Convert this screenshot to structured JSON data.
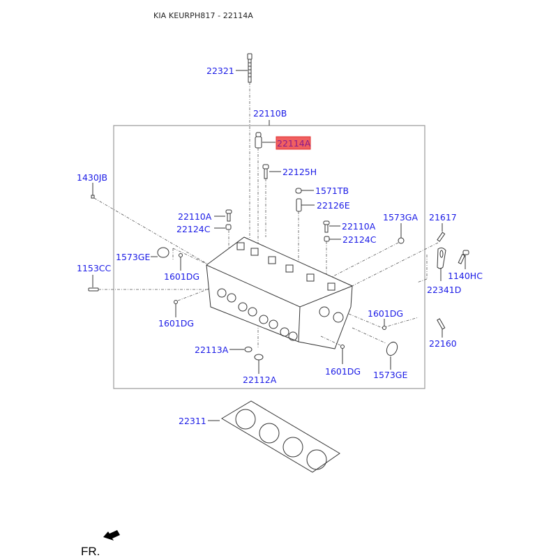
{
  "header": {
    "title": "KIA KEURPH817 - 22114A"
  },
  "highlight": {
    "part_number": "22114A",
    "fill_color": "#f06060",
    "border_color": "#e03030"
  },
  "label_color": "#1a1ae6",
  "callouts": {
    "p22321": "22321",
    "p22110B": "22110B",
    "p22114A": "22114A",
    "p22125H": "22125H",
    "p1571TB": "1571TB",
    "p22126E": "22126E",
    "p1430JB": "1430JB",
    "p22110A_left": "22110A",
    "p22124C_left": "22124C",
    "p22110A_right": "22110A",
    "p22124C_right": "22124C",
    "p1573GA": "1573GA",
    "p21617": "21617",
    "p1573GE_left": "1573GE",
    "p1153CC": "1153CC",
    "p1601DG_left_upper": "1601DG",
    "p1601DG_left_lower": "1601DG",
    "p1140HC": "1140HC",
    "p22341D": "22341D",
    "p1601DG_right_upper": "1601DG",
    "p22160": "22160",
    "p22113A": "22113A",
    "p22112A": "22112A",
    "p1601DG_right_lower": "1601DG",
    "p1573GE_right": "1573GE",
    "p22311": "22311"
  },
  "orientation": {
    "label": "FR.",
    "icon": "front-arrow-icon"
  }
}
